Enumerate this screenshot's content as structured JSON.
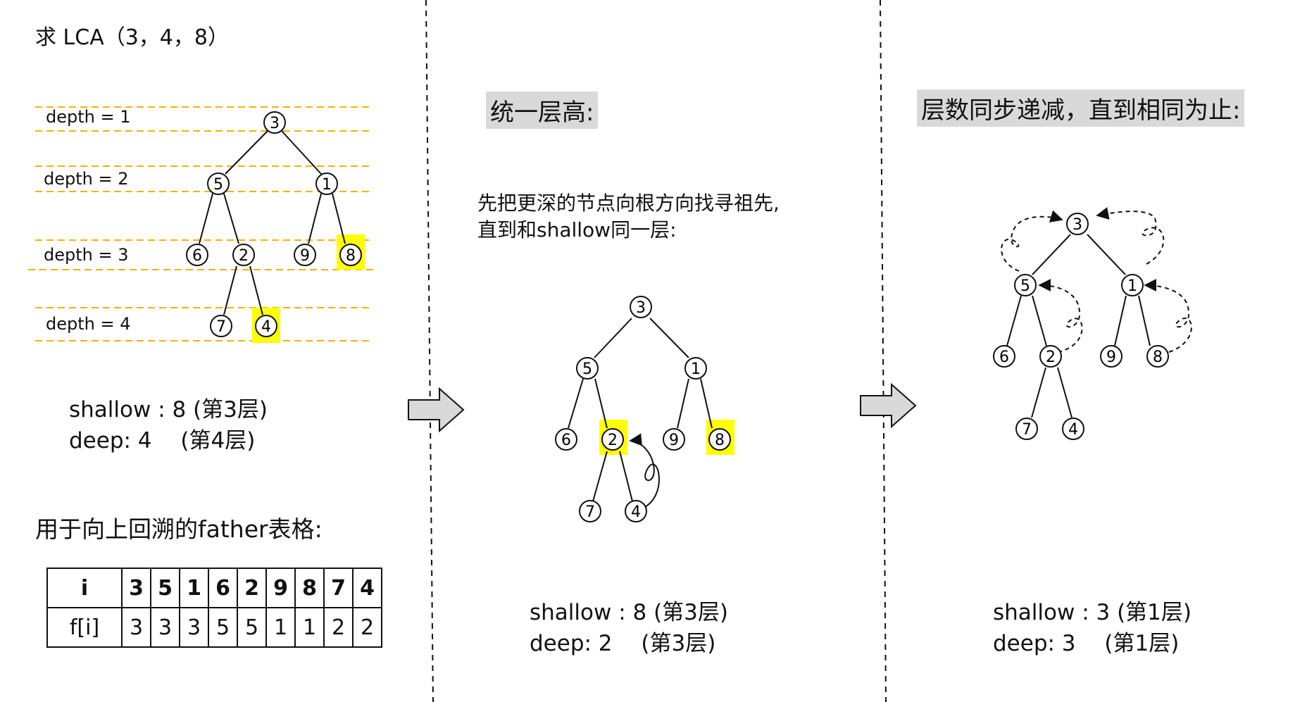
{
  "title": "求 LCA（3，4，8）",
  "depth_labels": [
    "depth = 1",
    "depth = 2",
    "depth = 3",
    "depth = 4"
  ],
  "panel1": {
    "shallow": "shallow : 8 (第3层)",
    "deep": "deep: 4　 (第4层)",
    "father_title": "用于向上回溯的father表格:",
    "table": {
      "header_label": "i",
      "row_label": "f[i]",
      "i": [
        "3",
        "5",
        "1",
        "6",
        "2",
        "9",
        "8",
        "7",
        "4"
      ],
      "f": [
        "3",
        "3",
        "3",
        "5",
        "5",
        "1",
        "1",
        "2",
        "2"
      ]
    }
  },
  "panel2": {
    "label": "统一层高:",
    "desc_line1": "先把更深的节点向根方向找寻祖先,",
    "desc_line2": "直到和shallow同一层:",
    "shallow": "shallow : 8 (第3层)",
    "deep": "deep: 2　 (第3层)"
  },
  "panel3": {
    "label": "层数同步递减，直到相同为止:",
    "shallow": "shallow : 3 (第1层)",
    "deep": "deep: 3　 (第1层)"
  },
  "nodes": {
    "n3": "3",
    "n5": "5",
    "n1": "1",
    "n6": "6",
    "n2": "2",
    "n9": "9",
    "n8": "8",
    "n7": "7",
    "n4": "4"
  },
  "colors": {
    "highlight": "#ffff00",
    "depth_line": "#f0b400",
    "arrow_fill": "#d9d9d9",
    "label_bg": "#d9d9d9"
  }
}
